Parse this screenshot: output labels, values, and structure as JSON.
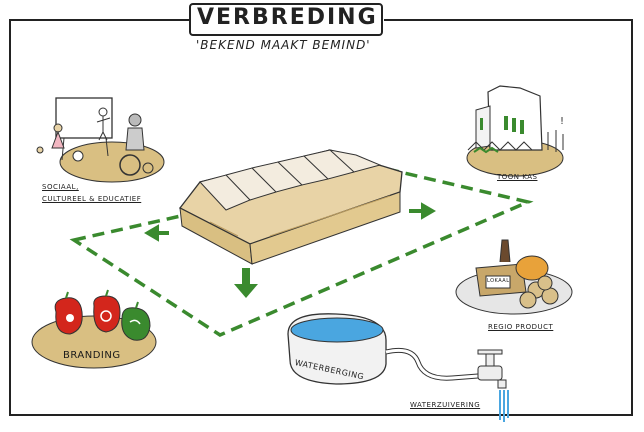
{
  "title": "VERBREDING",
  "subtitle": "'BEKEND MAAKT BEMIND'",
  "labels": {
    "sociaal": "SOCIAAL,",
    "cultureel": "CULTUREEL & EDUCATIEF",
    "toonkas": "TOON KAS",
    "regio": "REGIO PRODUCT",
    "branding": "BRANDING",
    "waterberging": "WATERBERGING",
    "waterzuivering": "WATERZUIVERING",
    "box_label": "LOKAAL"
  },
  "colors": {
    "green": "#3a8a2e",
    "tan": "#d9bf82",
    "red": "#d3261c"
  }
}
